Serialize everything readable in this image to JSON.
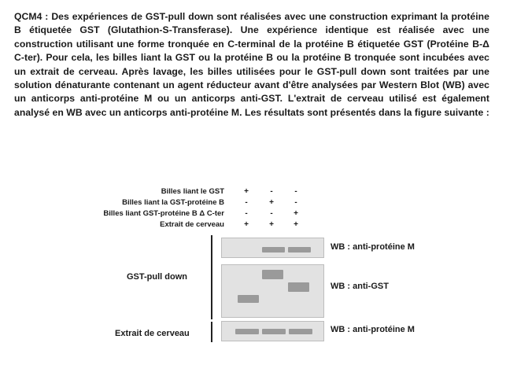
{
  "question": {
    "text": "QCM4 : Des expériences de GST-pull down sont réalisées avec une construction exprimant la protéine B étiquetée GST (Glutathion-S-Transferase). Une expérience identique est réalisée avec une construction utilisant une forme tronquée en C-terminal de la protéine B étiquetée GST (Protéine B-Δ C-ter). Pour cela, les billes liant la GST ou la protéine B ou la protéine B tronquée sont incubées avec un extrait de cerveau. Après lavage, les billes utilisées pour le GST-pull down sont traitées par une solution dénaturante contenant un agent réducteur avant d'être analysées par Western Blot (WB) avec un anticorps anti-protéine M ou un anticorps anti-GST. L'extrait de cerveau utilisé est également analysé en WB avec un anticorps anti-protéine M. Les résultats sont présentés dans la figure suivante :"
  },
  "figure": {
    "conditions": [
      {
        "label": "Billes liant le GST",
        "signs": [
          "+",
          "-",
          "-"
        ]
      },
      {
        "label": "Billes liant la GST-protéine B",
        "signs": [
          "-",
          "+",
          "-"
        ]
      },
      {
        "label": "Billes liant GST-protéine B Δ C-ter",
        "signs": [
          "-",
          "-",
          "+"
        ]
      },
      {
        "label": "Extrait de cerveau",
        "signs": [
          "+",
          "+",
          "+"
        ]
      }
    ],
    "sections": {
      "pulldown": "GST-pull down",
      "extract": "Extrait de cerveau"
    },
    "blots": {
      "pulldown_m": {
        "label": "WB : anti-protéine M",
        "bands": [
          0,
          1,
          1
        ]
      },
      "pulldown_gst": {
        "label": "WB : anti-GST",
        "bands": [
          1,
          1,
          1
        ]
      },
      "extract_m": {
        "label": "WB : anti-protéine M",
        "bands": [
          1,
          1,
          1
        ]
      }
    },
    "colors": {
      "panel": "#e2e2e2",
      "band": "#9a9a9a"
    }
  }
}
